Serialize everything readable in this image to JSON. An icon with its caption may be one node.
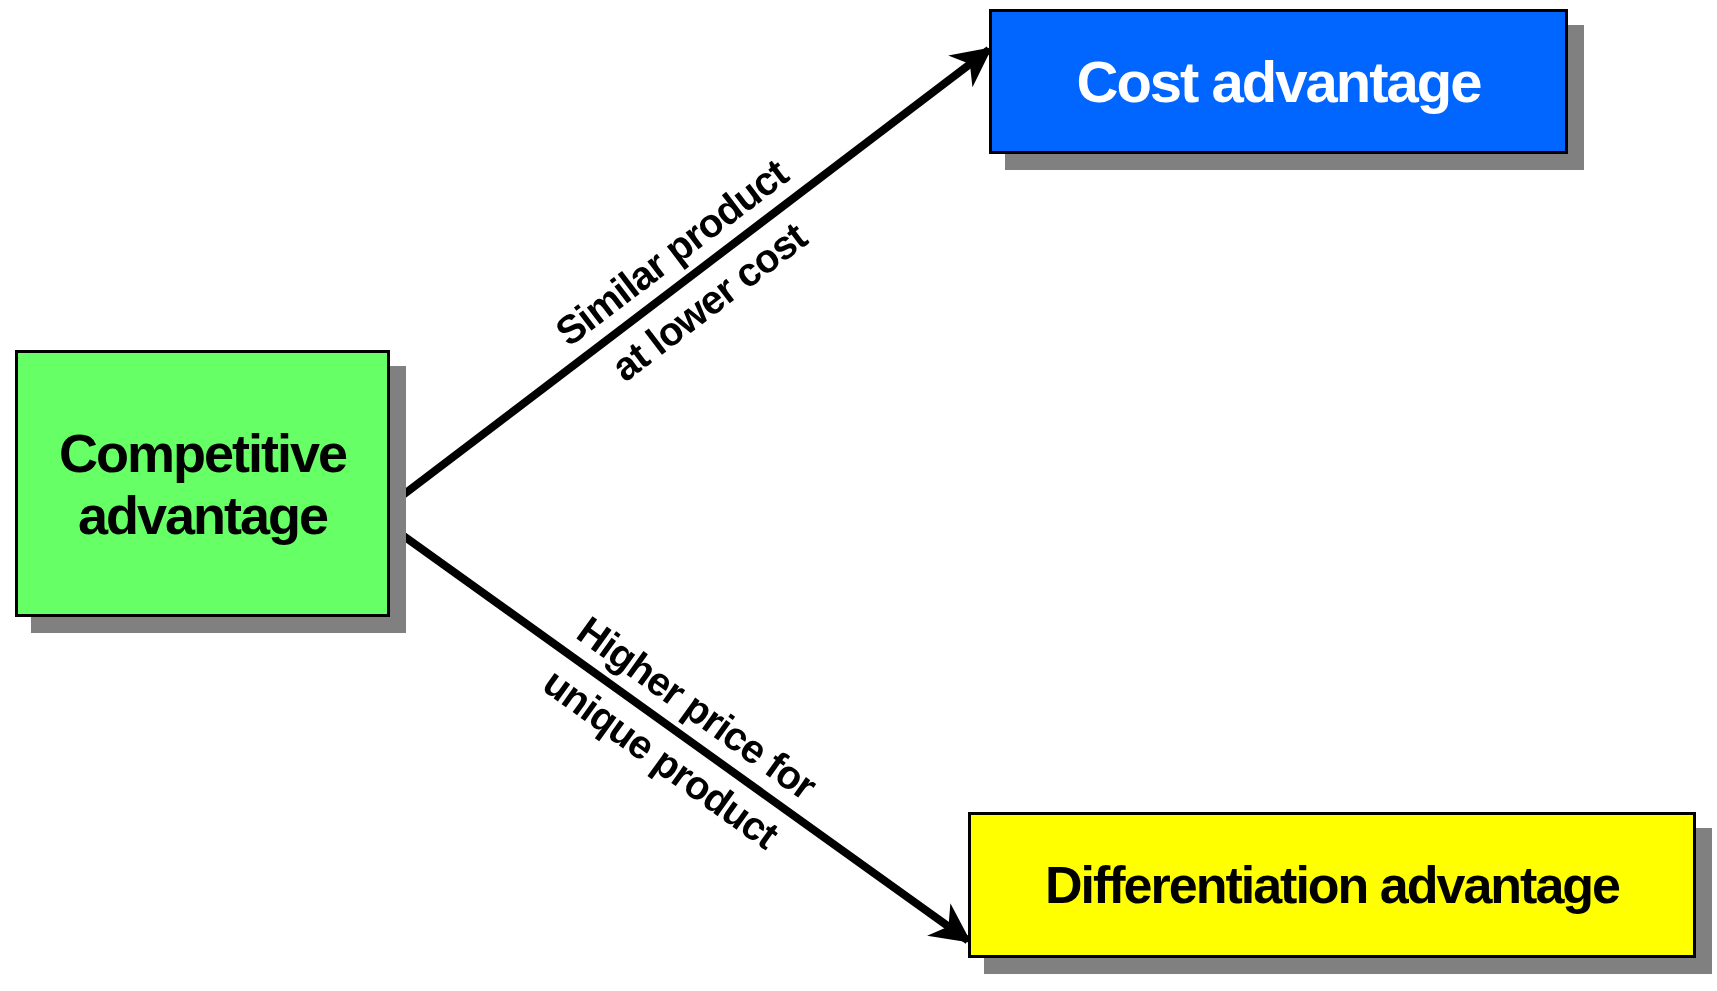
{
  "diagram": {
    "nodes": [
      {
        "text": [
          "Competitive advantage"
        ]
      },
      {
        "text": [
          "Cost advantage"
        ]
      },
      {
        "text": [
          "Differentiation advantage"
        ]
      }
    ],
    "edges": [
      {
        "from": 0,
        "to": 1,
        "arrow": "to",
        "label": "Similar product at lower cost"
      },
      {
        "from": 0,
        "to": 2,
        "arrow": "to",
        "label": "Higher price for unique product"
      }
    ]
  }
}
